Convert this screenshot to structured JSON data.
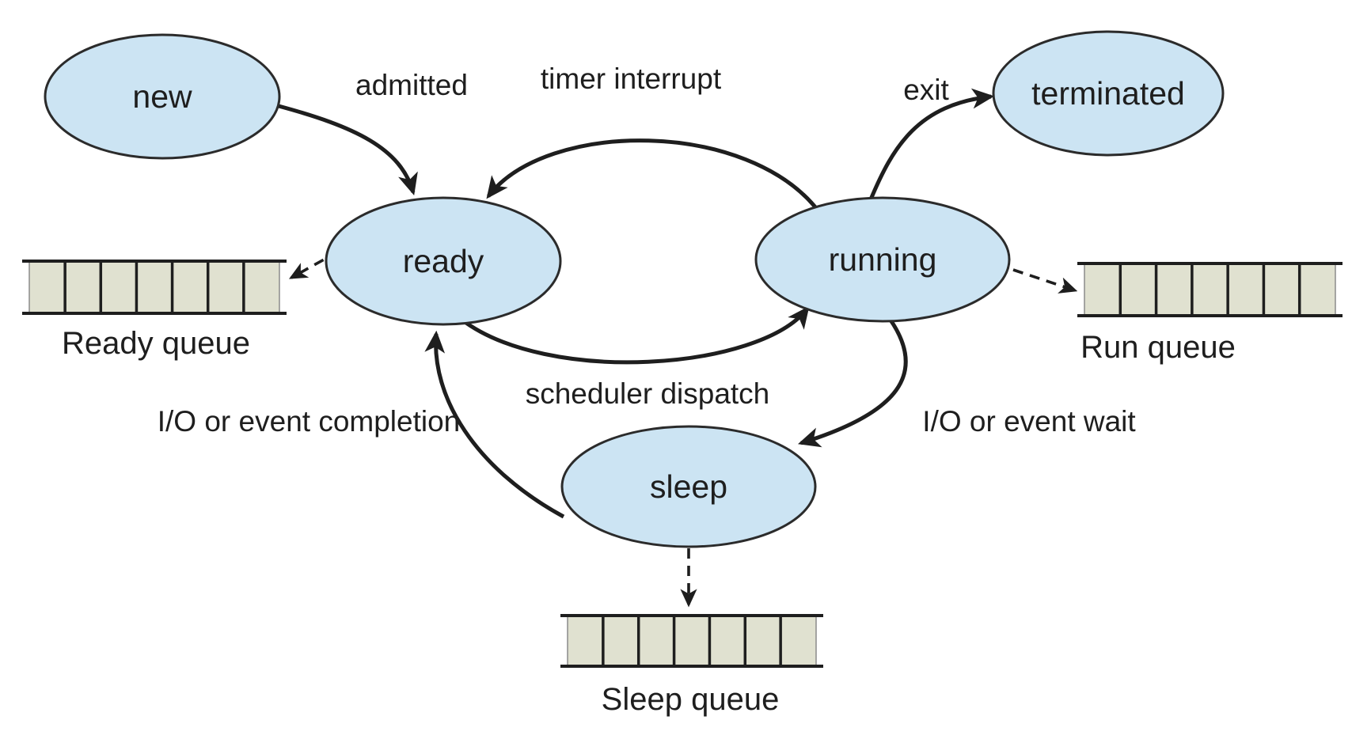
{
  "states": {
    "new": {
      "label": "new"
    },
    "ready": {
      "label": "ready"
    },
    "running": {
      "label": "running"
    },
    "terminated": {
      "label": "terminated"
    },
    "sleep": {
      "label": "sleep"
    }
  },
  "transitions": {
    "admitted": {
      "label": "admitted",
      "from": "new",
      "to": "ready"
    },
    "timer_interrupt": {
      "label": "timer interrupt",
      "from": "running",
      "to": "ready"
    },
    "exit": {
      "label": "exit",
      "from": "running",
      "to": "terminated"
    },
    "scheduler_dispatch": {
      "label": "scheduler dispatch",
      "from": "ready",
      "to": "running"
    },
    "io_event_wait": {
      "label": "I/O or event wait",
      "from": "running",
      "to": "sleep"
    },
    "io_event_completion": {
      "label": "I/O or event completion",
      "from": "sleep",
      "to": "ready"
    }
  },
  "queues": {
    "ready": {
      "label": "Ready queue",
      "cells": 7
    },
    "run": {
      "label": "Run queue",
      "cells": 7
    },
    "sleep": {
      "label": "Sleep queue",
      "cells": 7
    }
  },
  "colors": {
    "state_fill": "#cce4f3",
    "state_stroke": "#2b2b2b",
    "queue_fill": "#e0e1d0",
    "ink": "#1e1e1e",
    "background": "#ffffff"
  }
}
